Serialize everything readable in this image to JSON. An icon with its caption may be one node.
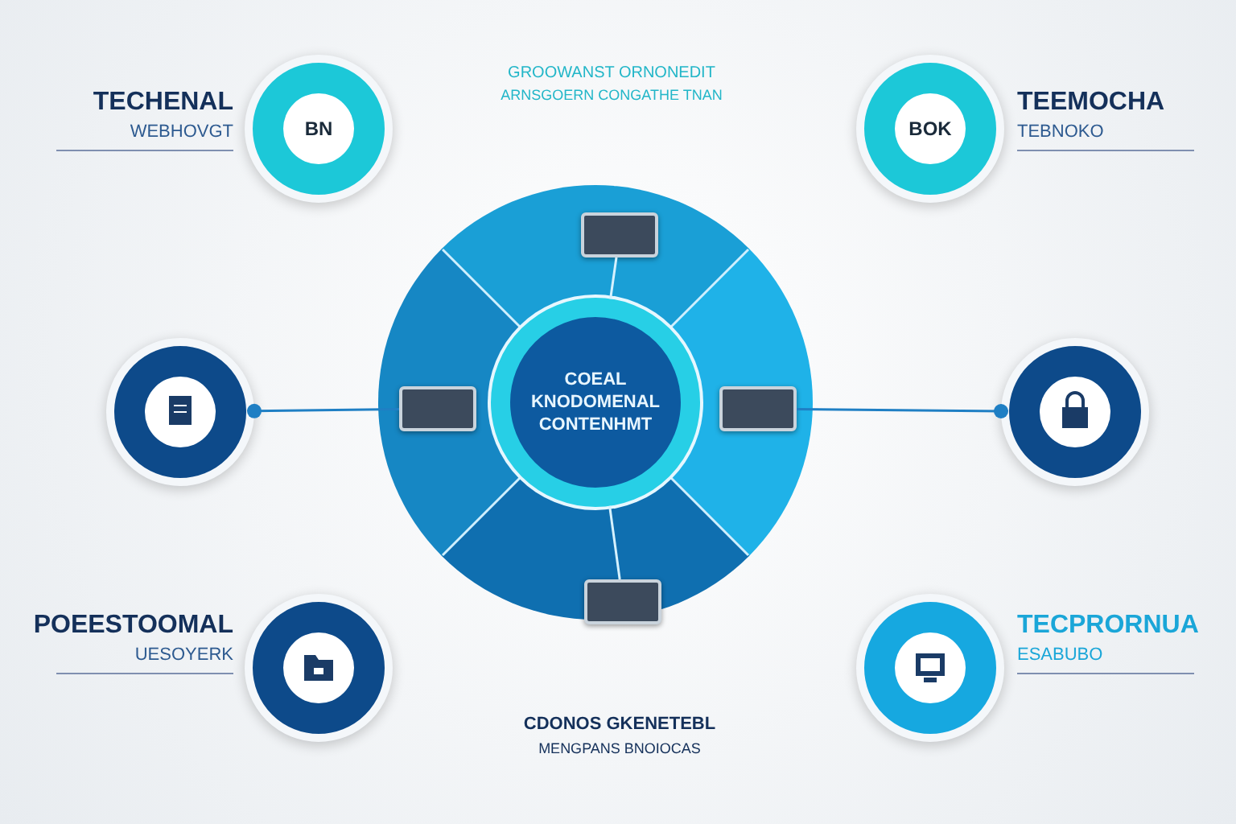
{
  "diagram": {
    "nodes": [
      {
        "text": [],
        "shape": "circle"
      },
      {
        "text": [
          "COEAL KNODOMENAL CONTENHMT"
        ],
        "in": 0
      },
      {
        "text": [],
        "shape": "box",
        "in": 0
      },
      {
        "text": [],
        "shape": "box",
        "in": 0
      },
      {
        "text": [],
        "shape": "box",
        "in": 0
      },
      {
        "text": [],
        "shape": "box",
        "in": 0
      },
      {
        "text": [
          "BN"
        ],
        "beside": [
          "TECHENAL",
          "WEBHOVGT"
        ]
      },
      {
        "text": [
          "BOK"
        ],
        "beside": [
          "TEEMOCHA",
          "TEBNOKO"
        ]
      },
      {
        "text": [],
        "shape": "circle"
      },
      {
        "text": [],
        "shape": "circle"
      },
      {
        "text": [],
        "shape": "circle",
        "beside": [
          "POEESTOOMAL",
          "UESOYERK"
        ]
      },
      {
        "text": [],
        "shape": "circle",
        "beside": [
          "TECPRORNUA",
          "ESABUBO"
        ]
      }
    ],
    "edges": [
      {
        "from": 1,
        "to": 2,
        "arrow": "none"
      },
      {
        "from": 1,
        "to": 5,
        "arrow": "none"
      },
      {
        "from": 3,
        "to": 8,
        "arrow": "other",
        "color": "#1f7fc4"
      },
      {
        "from": 4,
        "to": 9,
        "arrow": "other",
        "color": "#1f7fc4"
      }
    ],
    "labels": [
      "GROOWANST ORNONEDIT",
      "ARNSGOERN CONGATHE TNAN",
      "CDONOS GKENETEBL",
      "MENGPANS BNOIOCAS"
    ]
  }
}
